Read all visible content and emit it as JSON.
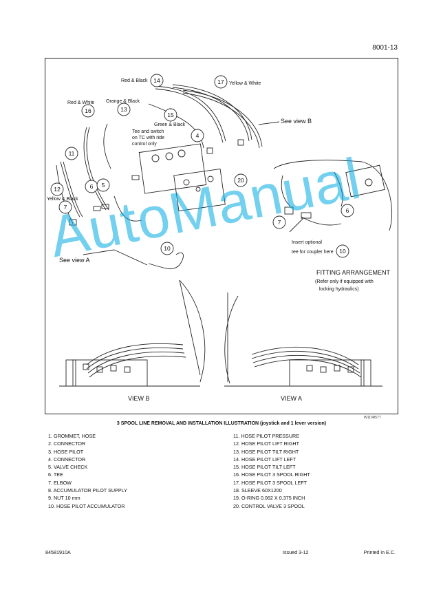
{
  "header": {
    "page_number": "8001-13"
  },
  "figure": {
    "code": "W110R577",
    "callouts": [
      "14",
      "17",
      "16",
      "13",
      "15",
      "4",
      "11",
      "12",
      "6",
      "5",
      "7",
      "20",
      "10",
      "6",
      "7",
      "10"
    ],
    "labels": {
      "red_black": "Red & Black",
      "yellow_white": "Yellow & White",
      "red_white": "Red & White",
      "orange_black": "Orange & Black",
      "green_black": "Green & Black",
      "tee_switch_1": "Tee and switch",
      "tee_switch_2": "on TC with ride",
      "tee_switch_3": "control only",
      "yellow_black": "Yellow & Black",
      "see_view_b": "See view B",
      "see_view_a": "See view A",
      "insert_optional_1": "Insert optional",
      "insert_optional_2": "tee for coupler here",
      "fitting_arrangement": "FITTING ARRANGEMENT",
      "fitting_note_1": "(Refer only if equipped with",
      "fitting_note_2": "locking hydraulics)",
      "view_b": "VIEW B",
      "view_a": "VIEW A"
    }
  },
  "caption": "3 SPOOL LINE REMOVAL AND INSTALLATION ILLUSTRATION (joystick and 1 lever version)",
  "legend_left": [
    "1.  GROMMET, HOSE",
    "2.  CONNECTOR",
    "3.  HOSE PILOT",
    "4.  CONNECTOR",
    "5.  VALVE CHECK",
    "6.  TEE",
    "7.  ELBOW",
    "8.  ACCUMULATOR PILOT SUPPLY",
    "9.  NUT 10 mm",
    "10.  HOSE PILOT ACCUMULATOR"
  ],
  "legend_right": [
    "11.  HOSE PILOT PRESSURE",
    "12.  HOSE PILOT LIFT RIGHT",
    "13.  HOSE PILOT TILT RIGHT",
    "14.  HOSE PILOT LIFT LEFT",
    "15.  HOSE PILOT TILT LEFT",
    "16.  HOSE PILOT 3 SPOOL RIGHT",
    "17.  HOSE PILOT 3 SPOOL LEFT",
    "18.  SLEEVE 60X1200",
    "19.  O-RING 0.062 X 0.375 INCH",
    "20.  CONTROL VALVE 3 SPOOL"
  ],
  "footer": {
    "part_number": "84581910A",
    "issued": "Issued 3-12",
    "printed": "Printed in E.C."
  },
  "watermark": "AutoManual"
}
